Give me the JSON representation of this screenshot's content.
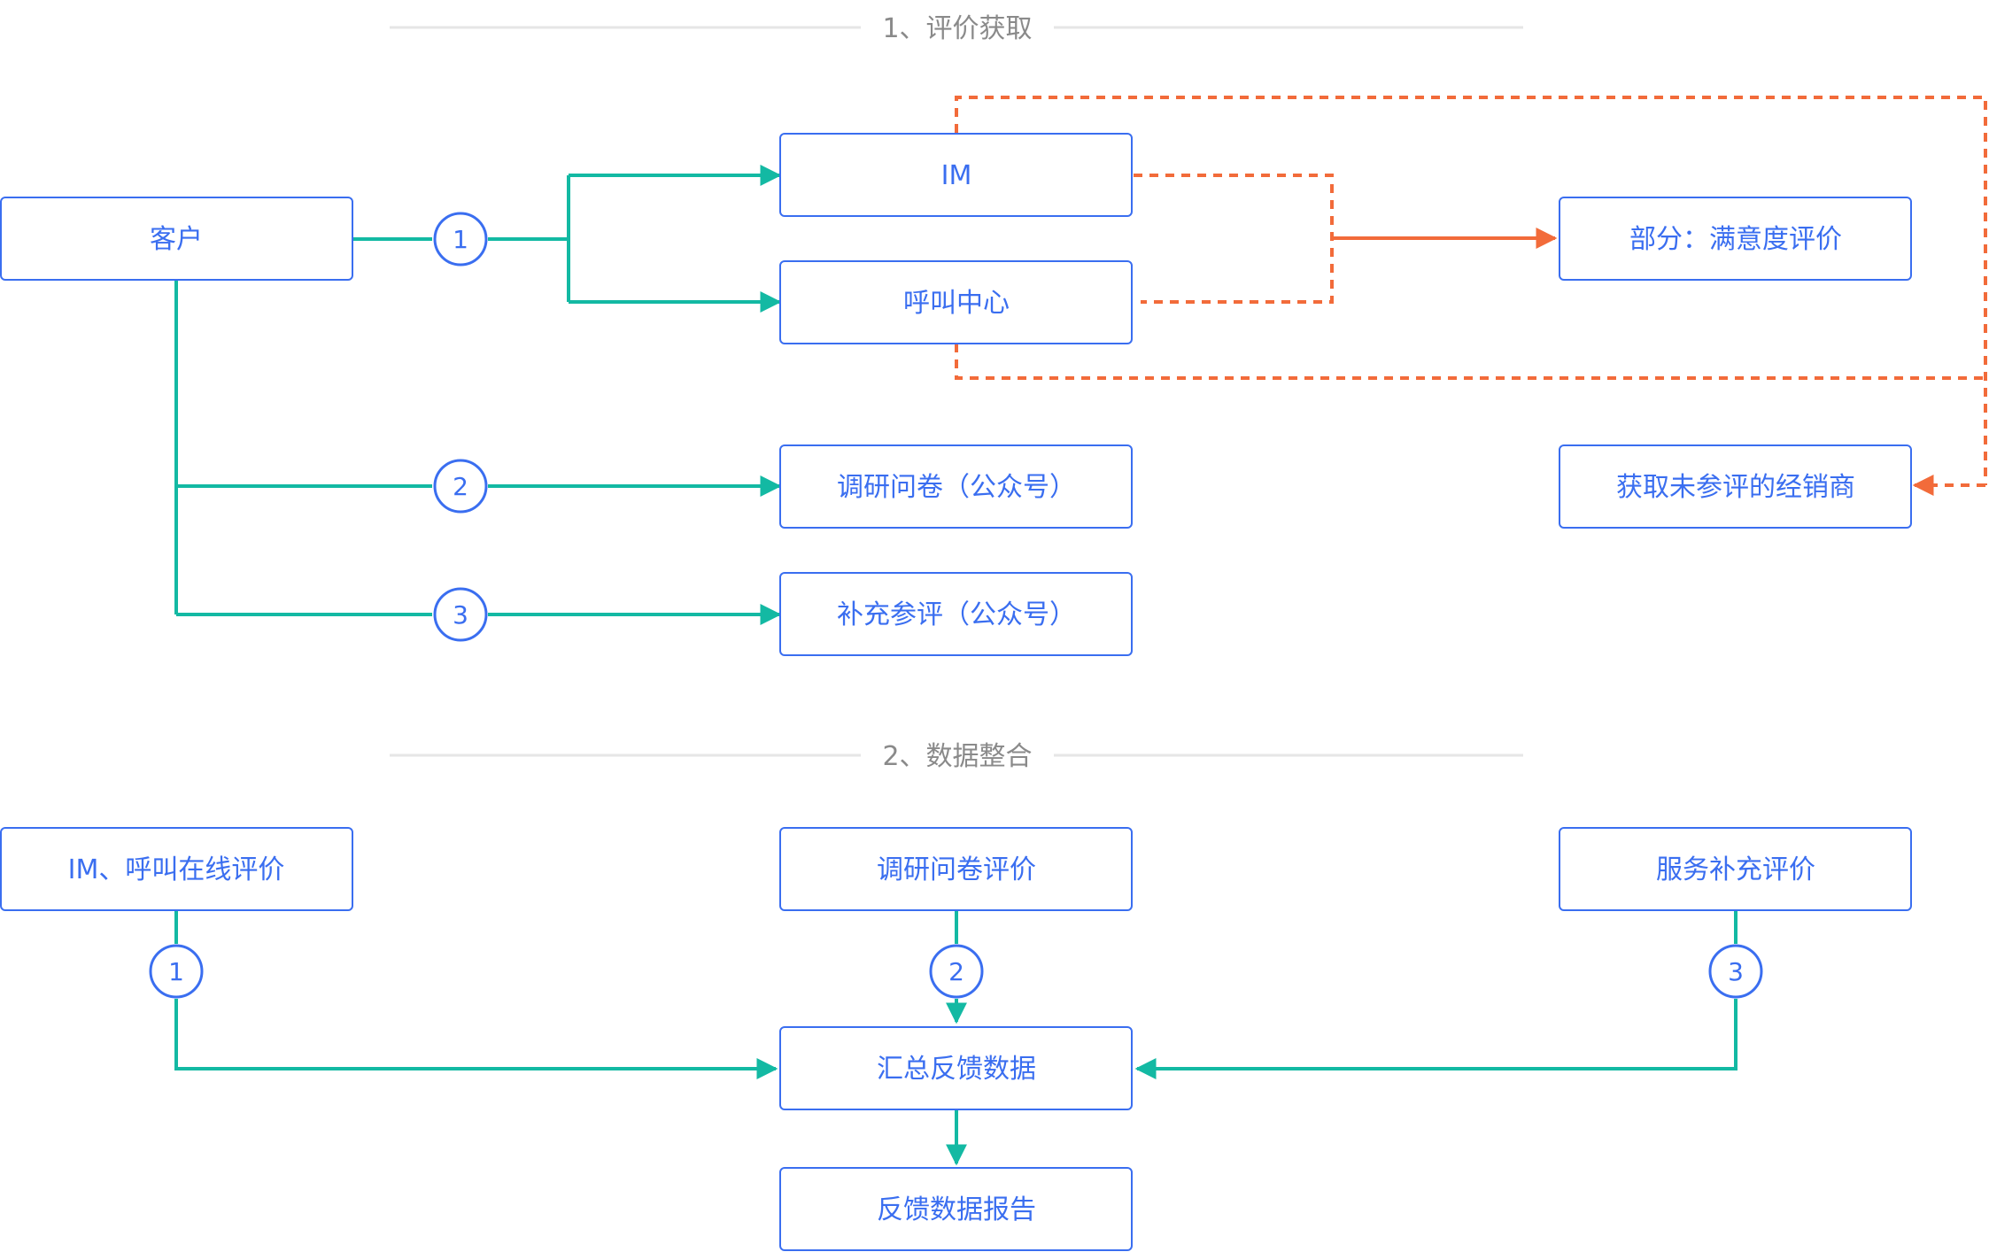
{
  "colors": {
    "node_border": "#3a6ef0",
    "node_text": "#3a6ef0",
    "flow_line": "#13b9a3",
    "highlight_line": "#f26b3a",
    "divider": "#e6e6e6",
    "section_text": "#8a8a8a"
  },
  "sections": {
    "s1": "1、评价获取",
    "s2": "2、数据整合"
  },
  "nodes": {
    "customer": "客户",
    "im": "IM",
    "callcenter": "呼叫中心",
    "survey_wechat": "调研问卷（公众号）",
    "supplement_wechat": "补充参评（公众号）",
    "partial_satisfaction": "部分：满意度评价",
    "get_unrated_dealers": "获取未参评的经销商",
    "im_call_online": "IM、呼叫在线评价",
    "survey_eval": "调研问卷评价",
    "service_supplement": "服务补充评价",
    "summary_feedback": "汇总反馈数据",
    "feedback_report": "反馈数据报告"
  },
  "steps": {
    "a1": "1",
    "a2": "2",
    "a3": "3",
    "b1": "1",
    "b2": "2",
    "b3": "3"
  }
}
